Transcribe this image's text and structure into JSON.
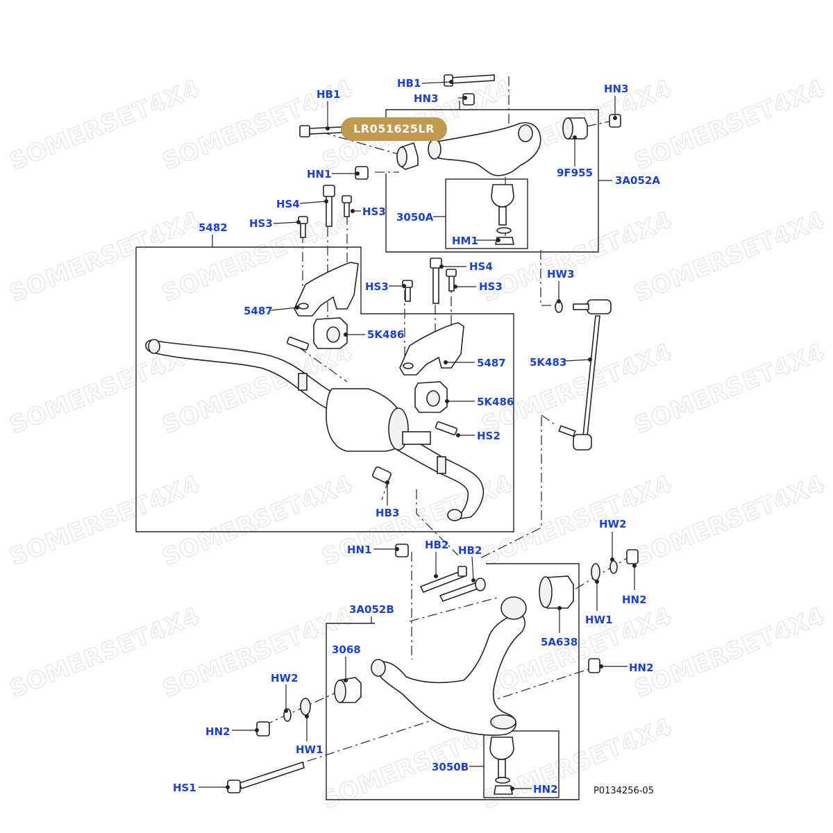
{
  "watermark": "SOMERSET4X4",
  "highlight": {
    "part_number": "LR051625LR",
    "color": "#c09a4f"
  },
  "reference": "P0134256-05",
  "colors": {
    "label": "#1a3fd6",
    "line": "#222222"
  },
  "labels": {
    "hb1_top": "HB1",
    "hn3_top": "HN3",
    "hb1_left": "HB1",
    "hn3_right": "HN3",
    "hn1_upper": "HN1",
    "p9f955": "9F955",
    "p3a052a": "3A052A",
    "hs4_left": "HS4",
    "hs3_left_a": "HS3",
    "hs3_left_b": "HS3",
    "p3050a": "3050A",
    "hm1": "HM1",
    "p5482": "5482",
    "hw3": "HW3",
    "hs4_mid": "HS4",
    "hs3_mid_a": "HS3",
    "hs3_mid_b": "HS3",
    "p5487_left": "5487",
    "p5k486_left": "5K486",
    "p5487_right": "5487",
    "p5k483": "5K483",
    "p5k486_right": "5K486",
    "hs2": "HS2",
    "hb3": "HB3",
    "hn1_lower": "HN1",
    "hb2_a": "HB2",
    "hb2_b": "HB2",
    "hw2_right": "HW2",
    "hn2_right": "HN2",
    "hw1_right": "HW1",
    "p3a052b": "3A052B",
    "p5a638": "5A638",
    "p3068": "3068",
    "hn2_mid": "HN2",
    "hw2_left": "HW2",
    "hn2_left": "HN2",
    "hw1_left": "HW1",
    "p3050b": "3050B",
    "hn2_bottom": "HN2",
    "hs1": "HS1"
  }
}
